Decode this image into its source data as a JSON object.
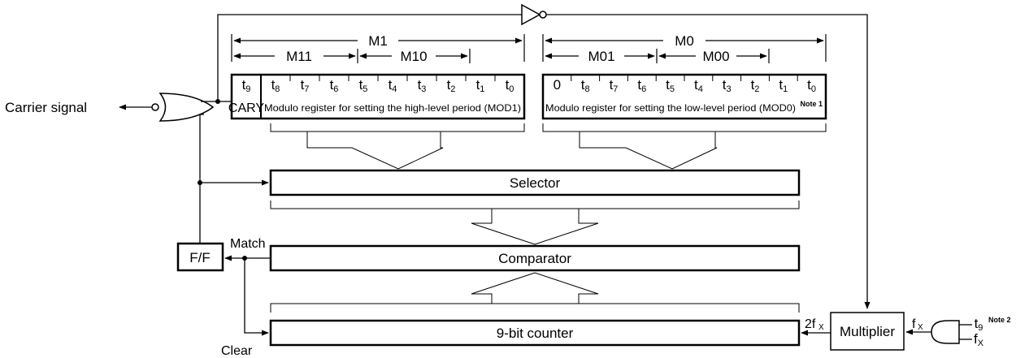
{
  "labels": {
    "carrier_signal": "Carrier signal",
    "m1": "M1",
    "m11": "M11",
    "m10": "M10",
    "m0": "M0",
    "m01": "M01",
    "m00": "M00",
    "cary": "CARY",
    "mod1": "Modulo register for setting the high-level period (MOD1)",
    "mod0": "Modulo register for setting the low-level period (MOD0)",
    "note1": "Note 1",
    "note2": "Note 2",
    "selector": "Selector",
    "comparator": "Comparator",
    "counter": "9-bit counter",
    "multiplier": "Multiplier",
    "ff": "F/F",
    "match": "Match",
    "clear": "Clear",
    "two_fx": "2f",
    "fx": "f",
    "x_sub": "X"
  },
  "register_high_bits": [
    {
      "base": "t",
      "sub": "9"
    },
    {
      "base": "t",
      "sub": "8"
    },
    {
      "base": "t",
      "sub": "7"
    },
    {
      "base": "t",
      "sub": "6"
    },
    {
      "base": "t",
      "sub": "5"
    },
    {
      "base": "t",
      "sub": "4"
    },
    {
      "base": "t",
      "sub": "3"
    },
    {
      "base": "t",
      "sub": "2"
    },
    {
      "base": "t",
      "sub": "1"
    },
    {
      "base": "t",
      "sub": "0"
    }
  ],
  "register_low_bits": [
    {
      "base": "0",
      "sub": ""
    },
    {
      "base": "t",
      "sub": "8"
    },
    {
      "base": "t",
      "sub": "7"
    },
    {
      "base": "t",
      "sub": "6"
    },
    {
      "base": "t",
      "sub": "5"
    },
    {
      "base": "t",
      "sub": "4"
    },
    {
      "base": "t",
      "sub": "3"
    },
    {
      "base": "t",
      "sub": "2"
    },
    {
      "base": "t",
      "sub": "1"
    },
    {
      "base": "t",
      "sub": "0"
    }
  ],
  "and_gate_inputs": [
    {
      "base": "t",
      "sub": "9",
      "note": "Note 2"
    },
    {
      "base": "f",
      "sub": "X",
      "note": ""
    }
  ]
}
